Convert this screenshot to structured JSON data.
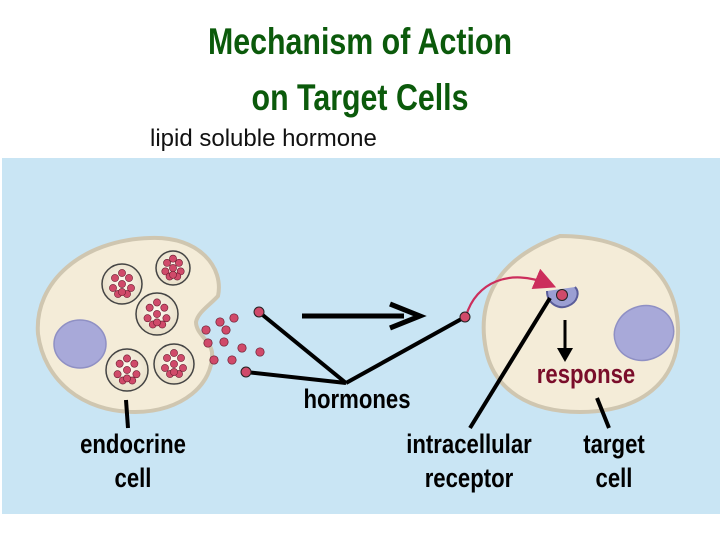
{
  "title": {
    "line1": "Mechanism of Action",
    "line2": "on Target Cells"
  },
  "subtitle": "lipid soluble hormone",
  "labels": {
    "hormones": "hormones",
    "response": "response",
    "endocrine_cell_line1": "endocrine",
    "endocrine_cell_line2": "cell",
    "intracellular_receptor_line1": "intracellular",
    "intracellular_receptor_line2": "receptor",
    "target_cell_line1": "target",
    "target_cell_line2": "cell"
  },
  "colors": {
    "title": "#0b5a0b",
    "panel_background": "#c9e5f4",
    "cell_fill": "#f4ecd8",
    "nucleus_fill": "#a8a9d9",
    "hormone_fill": "#d04a6a",
    "response_text": "#7a0d2a",
    "arrow_curve": "#cc2e5c"
  }
}
